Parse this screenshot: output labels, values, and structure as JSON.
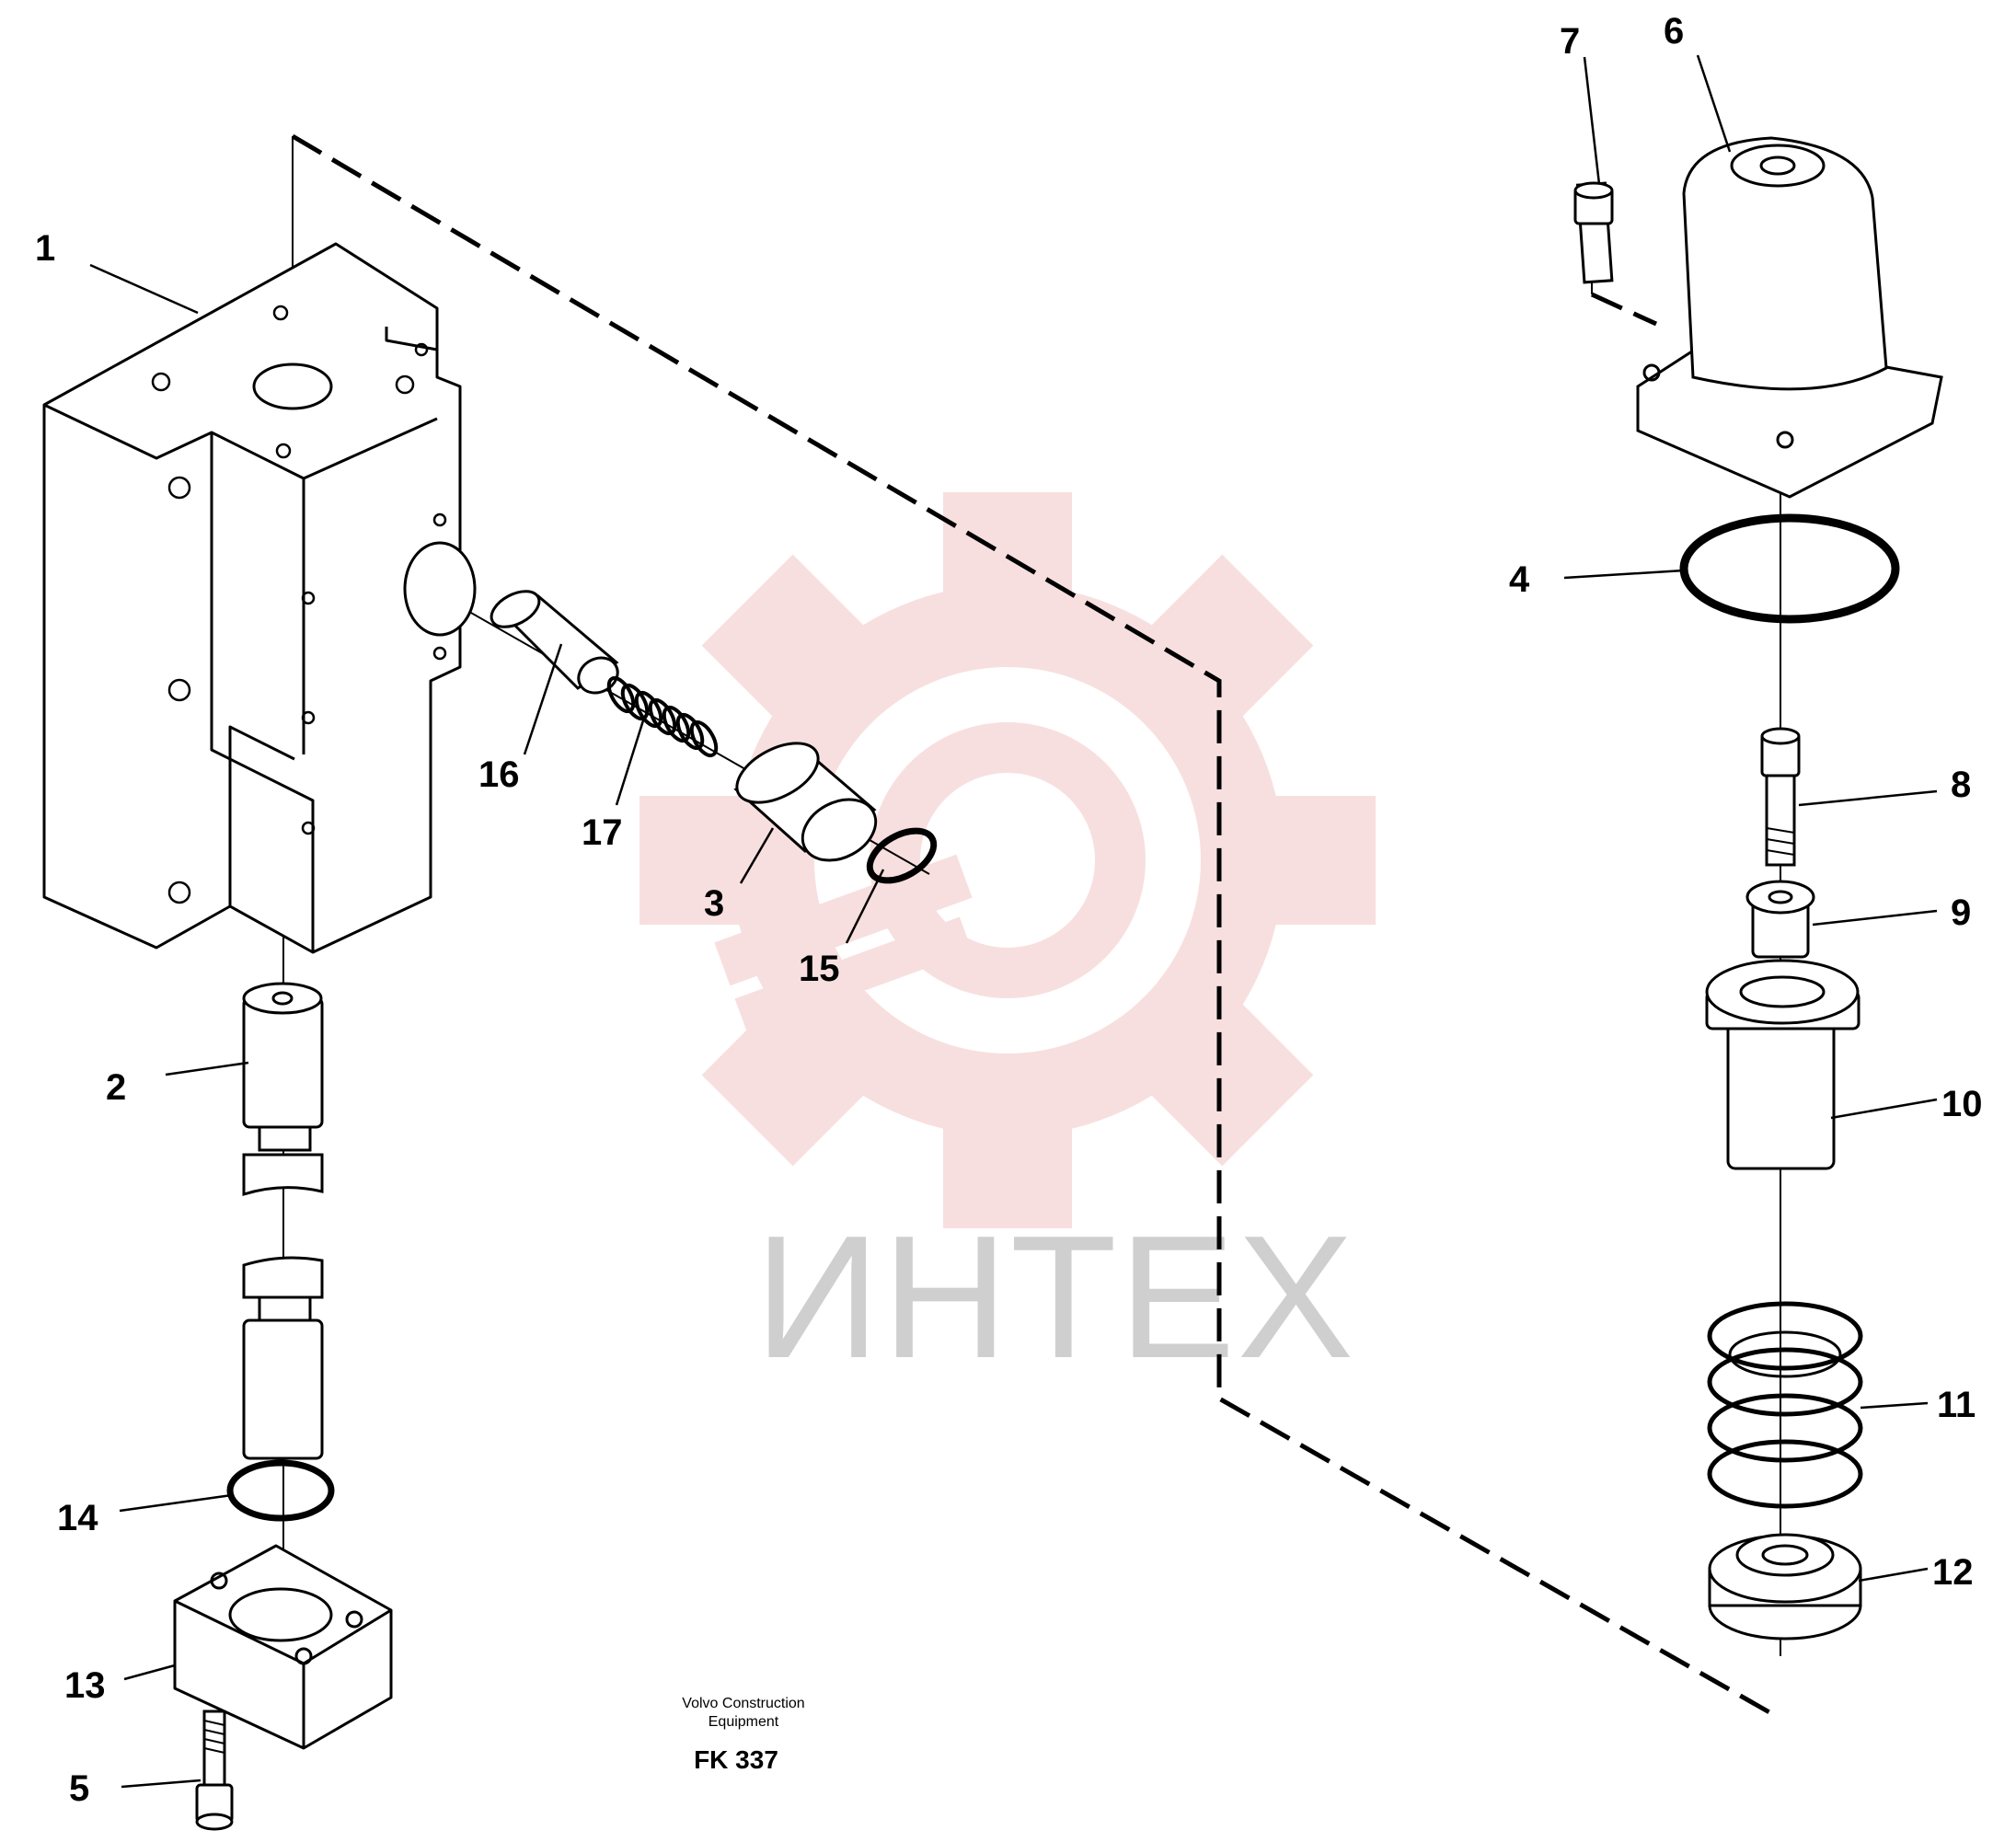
{
  "watermark": {
    "text": "ИНТЕХ",
    "gear_color": "#f4c6c6",
    "text_color": "#cfcfcf"
  },
  "callouts": {
    "c1": "1",
    "c2": "2",
    "c3": "3",
    "c4": "4",
    "c5": "5",
    "c6": "6",
    "c7": "7",
    "c8": "8",
    "c9": "9",
    "c10": "10",
    "c11": "11",
    "c12": "12",
    "c13": "13",
    "c14": "14",
    "c15": "15",
    "c16": "16",
    "c17": "17"
  },
  "footer": {
    "maker_line1": "Volvo Construction",
    "maker_line2": "Equipment",
    "code": "FK 337"
  }
}
